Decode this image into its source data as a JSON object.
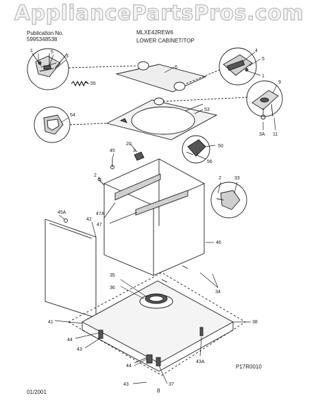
{
  "watermark": "AppliancePartsPros.com",
  "header": {
    "publication_label": "Publication No.",
    "publication_number": "5995348538",
    "model": "MLXE42REW6",
    "section_title": "LOWER CABINET/TOP"
  },
  "footer": {
    "date": "01/2001",
    "page_number": "8",
    "diagram_code": "P17R0010"
  },
  "callouts": [
    {
      "id": "c1a",
      "text": "1"
    },
    {
      "id": "c5a",
      "text": "5"
    },
    {
      "id": "c3a",
      "text": "3"
    },
    {
      "id": "c55",
      "text": "55"
    },
    {
      "id": "c6",
      "text": "6"
    },
    {
      "id": "c4",
      "text": "4"
    },
    {
      "id": "c5b",
      "text": "5"
    },
    {
      "id": "c1b",
      "text": "1"
    },
    {
      "id": "c9",
      "text": "9"
    },
    {
      "id": "c3A",
      "text": "3A"
    },
    {
      "id": "c11",
      "text": "11"
    },
    {
      "id": "c54",
      "text": "54"
    },
    {
      "id": "c53",
      "text": "53"
    },
    {
      "id": "c20",
      "text": "20"
    },
    {
      "id": "c3b",
      "text": "3"
    },
    {
      "id": "c50",
      "text": "50"
    },
    {
      "id": "c56",
      "text": "56"
    },
    {
      "id": "c45",
      "text": "45"
    },
    {
      "id": "c2a",
      "text": "2"
    },
    {
      "id": "c2b",
      "text": "2"
    },
    {
      "id": "c33",
      "text": "33"
    },
    {
      "id": "c47A",
      "text": "47A"
    },
    {
      "id": "c45A",
      "text": "45A"
    },
    {
      "id": "c42",
      "text": "42"
    },
    {
      "id": "c47",
      "text": "47"
    },
    {
      "id": "c46",
      "text": "46"
    },
    {
      "id": "c35",
      "text": "35"
    },
    {
      "id": "c34",
      "text": "34"
    },
    {
      "id": "c36",
      "text": "36"
    },
    {
      "id": "c41",
      "text": "41"
    },
    {
      "id": "c38",
      "text": "38"
    },
    {
      "id": "c44a",
      "text": "44"
    },
    {
      "id": "c43a",
      "text": "43"
    },
    {
      "id": "c44b",
      "text": "44"
    },
    {
      "id": "c43A",
      "text": "43A"
    },
    {
      "id": "c43b",
      "text": "43"
    },
    {
      "id": "c37",
      "text": "37"
    }
  ]
}
